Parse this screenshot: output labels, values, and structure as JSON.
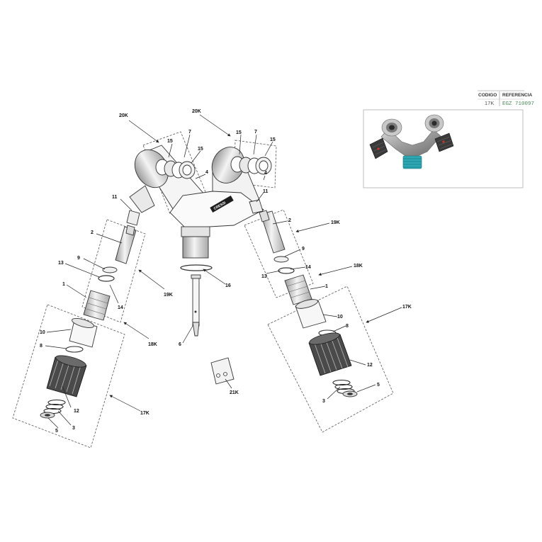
{
  "reference_table": {
    "headers": [
      "CODIGO",
      "REFERENCIA"
    ],
    "row": [
      "17K",
      "EGZ 710097"
    ]
  },
  "brand_mark": "CRESSI",
  "callouts": {
    "c20k_left": "20K",
    "c20k_right": "20K",
    "c15_a": "15",
    "c7_a": "7",
    "c15_b": "15",
    "c4_a": "4",
    "c15_c": "15",
    "c7_b": "7",
    "c15_d": "15",
    "c4_b": "4",
    "c11_left": "11",
    "c11_right": "11",
    "c2_left": "2",
    "c9_left": "9",
    "c13_left": "13",
    "c1_left": "1",
    "c14_left": "14",
    "c19k_left": "19K",
    "c18k_left": "18K",
    "c10_left": "10",
    "c8_left": "8",
    "c12_left": "12",
    "c3_left": "3",
    "c5_left": "5",
    "c17k_left": "17K",
    "c16": "16",
    "c6": "6",
    "c21k": "21K",
    "c2_right": "2",
    "c19k_right": "19K",
    "c9_right": "9",
    "c13_right": "13",
    "c14_right": "14",
    "c18k_right": "18K",
    "c1_right": "1",
    "c17k_right": "17K",
    "c10_right": "10",
    "c8_right": "8",
    "c12_right": "12",
    "c5_right": "5",
    "c3_right": "3"
  }
}
